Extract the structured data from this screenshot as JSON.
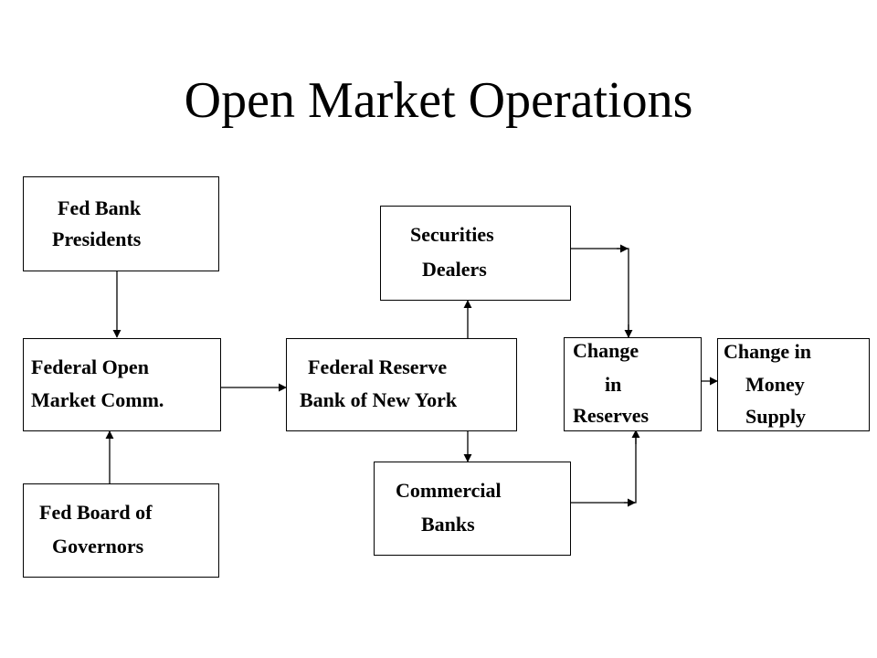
{
  "title": "Open Market Operations",
  "nodes": {
    "fed_bank_presidents": {
      "line1": "Fed Bank",
      "line2": "Presidents"
    },
    "fomc": {
      "line1": "Federal Open",
      "line2": "Market Comm."
    },
    "fed_board": {
      "line1": "Fed Board of",
      "line2": "Governors"
    },
    "frbny": {
      "line1": "Federal Reserve",
      "line2": "Bank of New York"
    },
    "securities_dealers": {
      "line1": "Securities",
      "line2": "Dealers"
    },
    "commercial_banks": {
      "line1": "Commercial",
      "line2": "Banks"
    },
    "change_reserves": {
      "line1": "Change",
      "line2": "in",
      "line3": "Reserves"
    },
    "change_money_supply": {
      "line1": "Change in",
      "line2": "Money",
      "line3": "Supply"
    }
  },
  "edges": [
    {
      "from": "Fed Bank Presidents",
      "to": "Federal Open Market Comm."
    },
    {
      "from": "Fed Board of Governors",
      "to": "Federal Open Market Comm."
    },
    {
      "from": "Federal Open Market Comm.",
      "to": "Federal Reserve Bank of New York"
    },
    {
      "from": "Federal Reserve Bank of New York",
      "to": "Securities Dealers"
    },
    {
      "from": "Federal Reserve Bank of New York",
      "to": "Commercial Banks"
    },
    {
      "from": "Securities Dealers",
      "to": "Change in Reserves"
    },
    {
      "from": "Commercial Banks",
      "to": "Change in Reserves"
    },
    {
      "from": "Change in Reserves",
      "to": "Change in Money Supply"
    }
  ],
  "colors": {
    "background": "#ffffff",
    "stroke": "#000000",
    "text": "#000000"
  }
}
